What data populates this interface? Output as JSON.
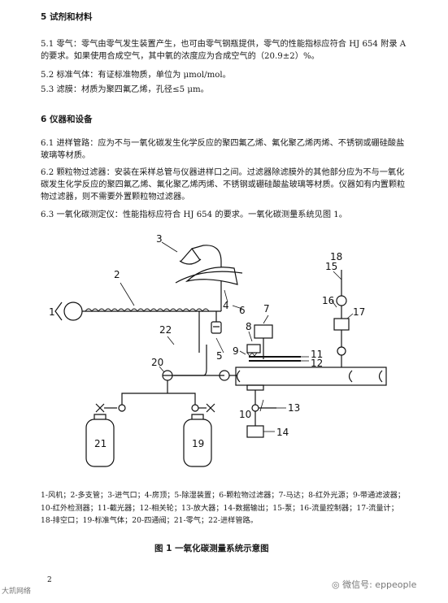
{
  "sections": {
    "s5_title": "5   试剂和材料",
    "s5_1": "5.1   零气：零气由零气发生装置产生，也可由零气钢瓶提供，零气的性能指标应符合 HJ 654 附录 A 的要求。如果使用合成空气，其中氧的浓度应为合成空气的（20.9±2）%。",
    "s5_2": "5.2   标准气体：有证标准物质，单位为 μmol/mol。",
    "s5_3": "5.3   滤膜：材质为聚四氟乙烯，孔径≤5 μm。",
    "s6_title": "6   仪器和设备",
    "s6_1": "6.1   进样管路：应为不与一氧化碳发生化学反应的聚四氟乙烯、氟化聚乙烯丙烯、不锈钢或硼硅酸盐玻璃等材质。",
    "s6_2": "6.2   颗粒物过滤器：安装在采样总管与仪器进样口之间。过滤器除滤膜外的其他部分应为不与一氧化碳发生化学反应的聚四氟乙烯、氟化聚乙烯丙烯、不锈钢或硼硅酸盐玻璃等材质。仪器如有内置颗粒物过滤器，则不需要外置颗粒物过滤器。",
    "s6_3": "6.3   一氧化碳测定仪：性能指标应符合 HJ 654 的要求。一氧化碳测量系统见图 1。"
  },
  "diagram": {
    "labels": [
      "1",
      "2",
      "3",
      "4",
      "5",
      "6",
      "7",
      "8",
      "9",
      "10",
      "11",
      "12",
      "13",
      "14",
      "15",
      "16",
      "17",
      "18",
      "19",
      "20",
      "21",
      "22"
    ]
  },
  "legend": "1-风机；2-多支管；3-进气口；4-房顶；5-除湿装置；6-颗粒物过滤器；7-马达；8-红外光源；9-带通滤波器；10-红外检测器；11-截光器；12-相关轮；13-放大器；14-数据输出；15-泵；16-流量控制器；17-流量计；18-排空口；19-标准气体；20-四通阀；21-零气；22-进样管路。",
  "figure_caption": "图 1    一氧化碳测量系统示意图",
  "page_number": "2",
  "watermark_left": "大凯网络",
  "watermark_right": "微信号: eppeople"
}
